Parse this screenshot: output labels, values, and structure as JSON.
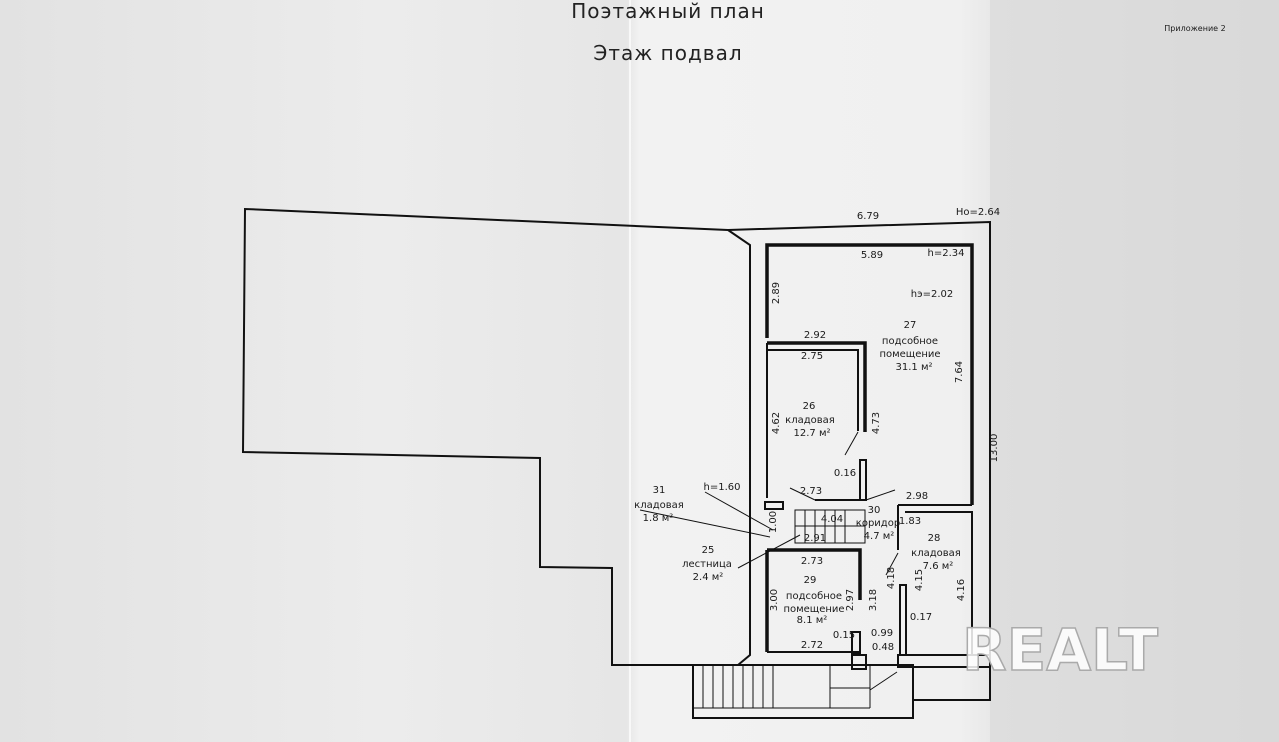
{
  "header": {
    "title": "Поэтажный план",
    "subtitle": "Этаж подвал",
    "appendix": "Приложение 2"
  },
  "dimensions": {
    "outer_width": "6.79",
    "ho": "Hо=2.64",
    "outer_length": "13.00"
  },
  "rooms": {
    "r27": {
      "number": "27",
      "name1": "подсобное",
      "name2": "помещение",
      "area": "31.1 м²",
      "d1": "5.89",
      "d2": "h=2.34",
      "d3": "hэ=2.02",
      "d4": "2.89",
      "d5": "7.64",
      "d6": "2.92"
    },
    "r26": {
      "number": "26",
      "name": "кладовая",
      "area": "12.7 м²",
      "d1": "2.75",
      "d2": "4.62",
      "d3": "4.73",
      "d4": "0.16"
    },
    "r30": {
      "number": "30",
      "name": "коридор",
      "area": "4.7 м²",
      "d1": "2.73",
      "d2": "4.04",
      "d3": "2.91"
    },
    "r31": {
      "number": "31",
      "name": "кладовая",
      "area": "1.8 м²",
      "h": "h=1.60",
      "d1": "1.00"
    },
    "r25": {
      "number": "25",
      "name": "лестница",
      "area": "2.4 м²"
    },
    "r28": {
      "number": "28",
      "name": "кладовая",
      "area": "7.6 м²",
      "d1": "2.98",
      "d2": "1.83",
      "d3": "4.18",
      "d4": "4.15",
      "d5": "4.16",
      "d6": "0.17"
    },
    "r29": {
      "number": "29",
      "name1": "подсобное",
      "name2": "помещение",
      "area": "8.1 м²",
      "d1": "2.73",
      "d2": "3.00",
      "d3": "2.97",
      "d4": "3.18",
      "d5": "2.72",
      "d6": "0.15",
      "d7": "0.99",
      "d8": "0.48"
    }
  },
  "watermark": "REALT"
}
